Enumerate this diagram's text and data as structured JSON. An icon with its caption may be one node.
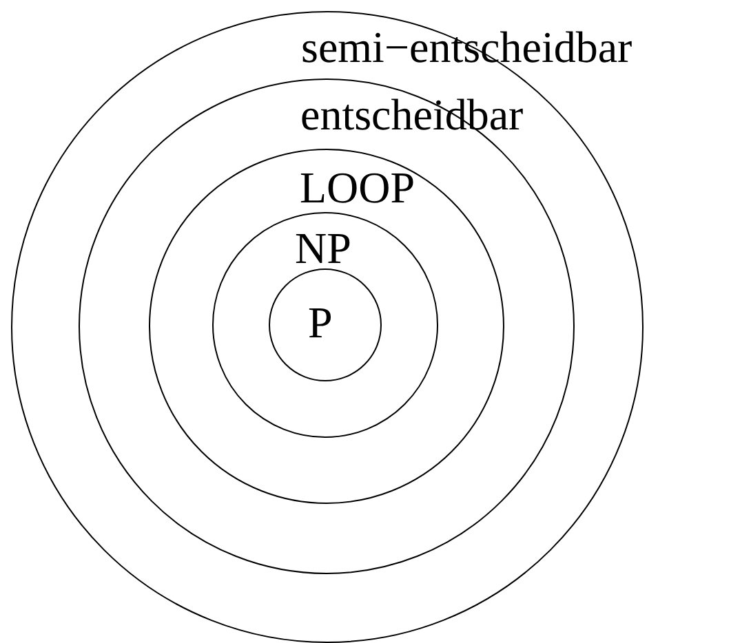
{
  "diagram": {
    "nodes": [
      {
        "text": [
          "semi−entscheidbar"
        ]
      },
      {
        "text": [
          "entscheidbar"
        ],
        "in": 0
      },
      {
        "text": [
          "LOOP"
        ],
        "in": 1
      },
      {
        "text": [
          "NP"
        ],
        "in": 2
      },
      {
        "text": [
          "P"
        ],
        "in": 3
      }
    ]
  }
}
